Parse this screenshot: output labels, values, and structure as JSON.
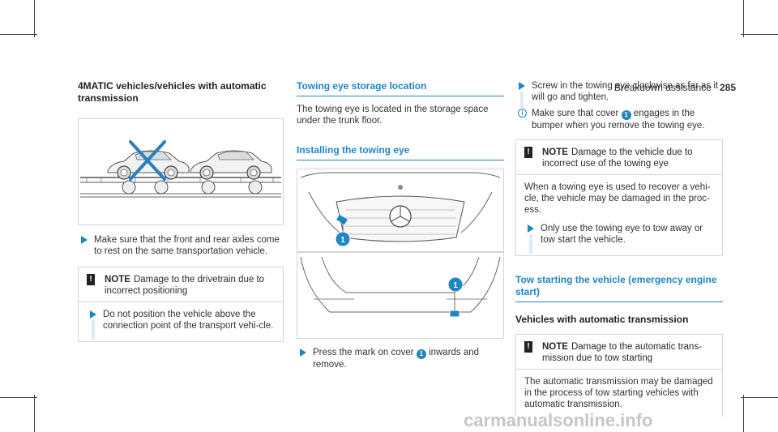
{
  "header": {
    "section": "Breakdown assistance",
    "page": "285"
  },
  "col1": {
    "heading": "4MATIC vehicles/vehicles with automatic transmission",
    "step1": "Make sure that the front and rear axles come to rest on the same transportation vehicle.",
    "note": {
      "label": "NOTE",
      "title": "Damage to the drivetrain due to incorrect positioning",
      "step": "Do not position the vehicle above the connection point of the transport vehi-cle."
    }
  },
  "col2": {
    "heading1": "Towing eye storage location",
    "para1": "The towing eye is located in the storage space under the trunk floor.",
    "heading2": "Installing the towing eye",
    "callout_top": "1",
    "callout_bottom": "1",
    "step_pre": "Press the mark on cover",
    "step_badge": "1",
    "step_post": "inwards and remove."
  },
  "col3": {
    "step1": "Screw in the towing eye clockwise as far as it will go and tighten.",
    "info_pre": "Make sure that cover",
    "info_badge": "1",
    "info_post": "engages in the bumper when you remove the towing eye.",
    "note1": {
      "label": "NOTE",
      "title": "Damage to the vehicle due to incorrect use of the towing eye",
      "body": "When a towing eye is used to recover a vehi-cle, the vehicle may be damaged in the proc-ess.",
      "step": "Only use the towing eye to tow away or tow start the vehicle."
    },
    "heading1": "Tow starting the vehicle (emergency engine start)",
    "heading2": "Vehicles with automatic transmission",
    "note2": {
      "label": "NOTE",
      "title": "Damage to the automatic trans-mission due to tow starting",
      "body": "The automatic transmission may be damaged in the process of tow starting vehicles with automatic transmission."
    }
  },
  "watermark": "carmanualsonline.info",
  "colors": {
    "accent": "#1f86c4",
    "cross": "#2b7fc0"
  }
}
